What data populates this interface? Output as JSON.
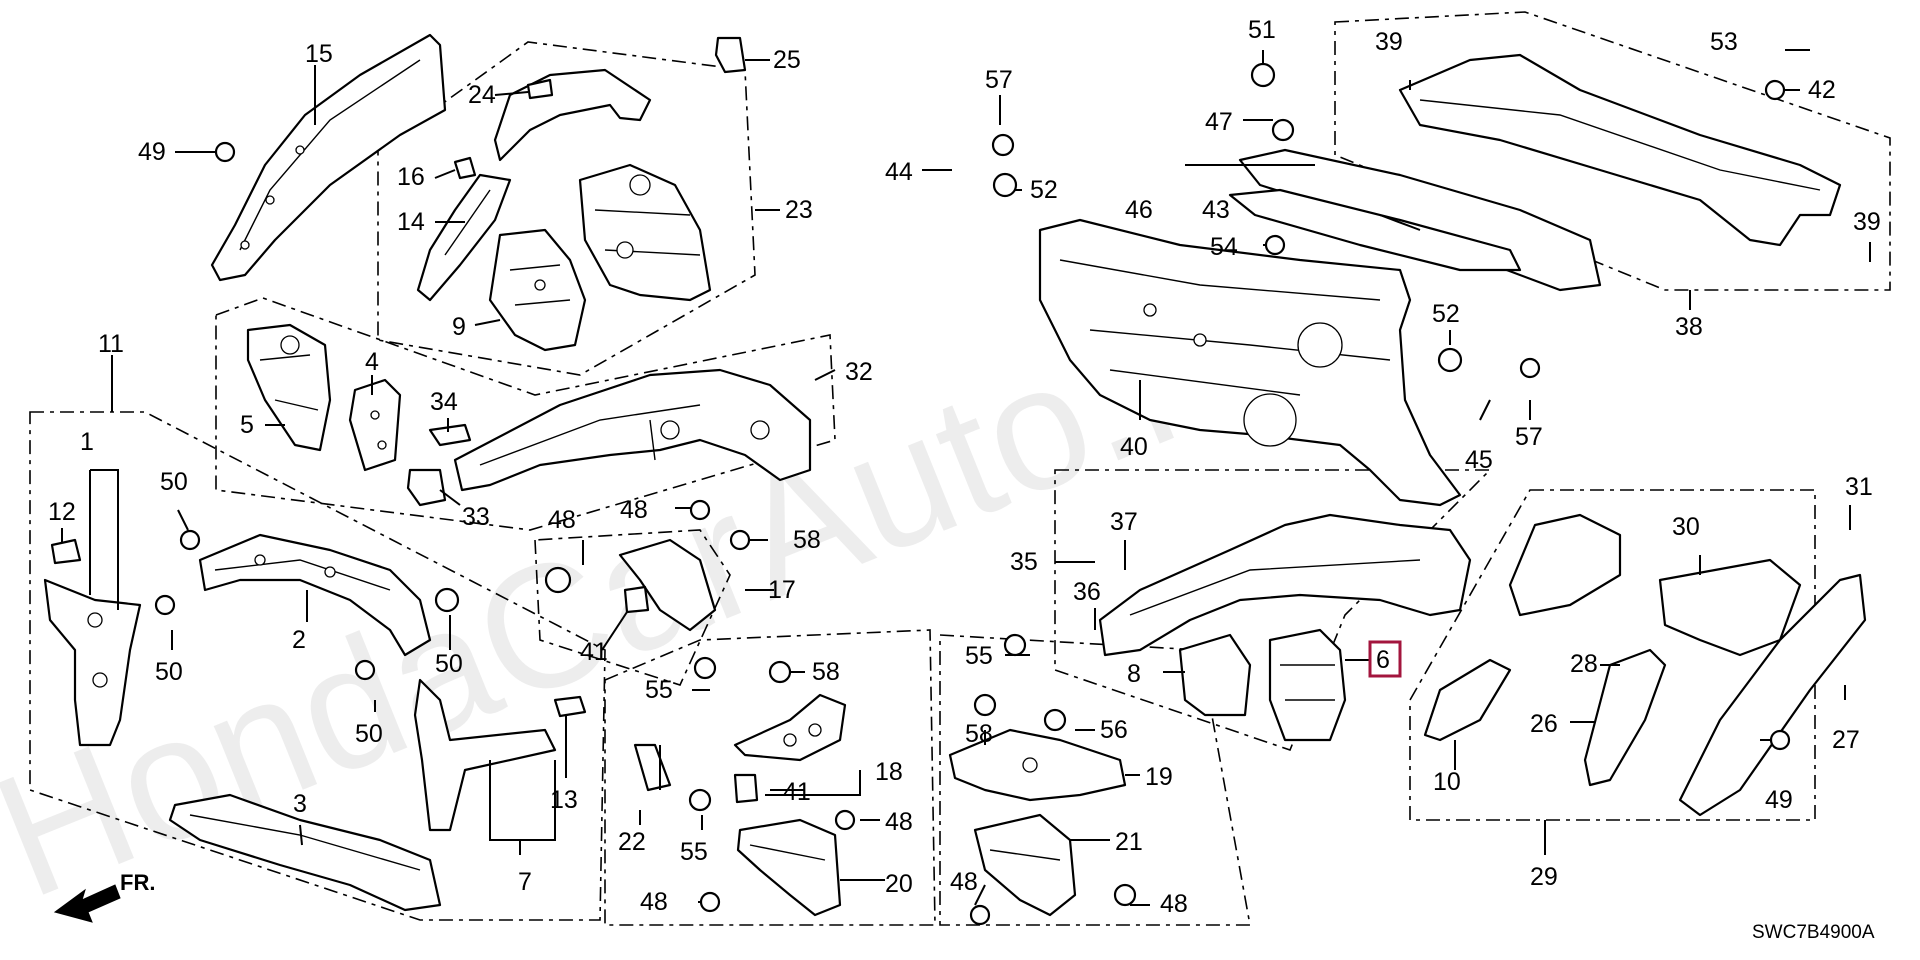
{
  "watermark": "HondaCarAuto.ru",
  "diagram_code": "SWC7B4900A",
  "front_arrow": "FR.",
  "highlighted_part": "6",
  "labels": {
    "p1": "1",
    "p2": "2",
    "p3": "3",
    "p4": "4",
    "p5": "5",
    "p6": "6",
    "p7": "7",
    "p8": "8",
    "p9": "9",
    "p10": "10",
    "p11": "11",
    "p12": "12",
    "p13": "13",
    "p14": "14",
    "p15": "15",
    "p16": "16",
    "p17": "17",
    "p18": "18",
    "p19": "19",
    "p20": "20",
    "p21": "21",
    "p22": "22",
    "p23": "23",
    "p24": "24",
    "p25": "25",
    "p26": "26",
    "p27": "27",
    "p28": "28",
    "p29": "29",
    "p30": "30",
    "p31": "31",
    "p32": "32",
    "p33": "33",
    "p34": "34",
    "p35": "35",
    "p36": "36",
    "p37": "37",
    "p38": "38",
    "p39": "39",
    "p40": "40",
    "p41": "41",
    "p42": "42",
    "p43": "43",
    "p44": "44",
    "p45": "45",
    "p46": "46",
    "p47": "47",
    "p48": "48",
    "p49": "49",
    "p50": "50",
    "p51": "51",
    "p52": "52",
    "p53": "53",
    "p54": "54",
    "p55": "55",
    "p56": "56",
    "p57": "57",
    "p58": "58"
  }
}
